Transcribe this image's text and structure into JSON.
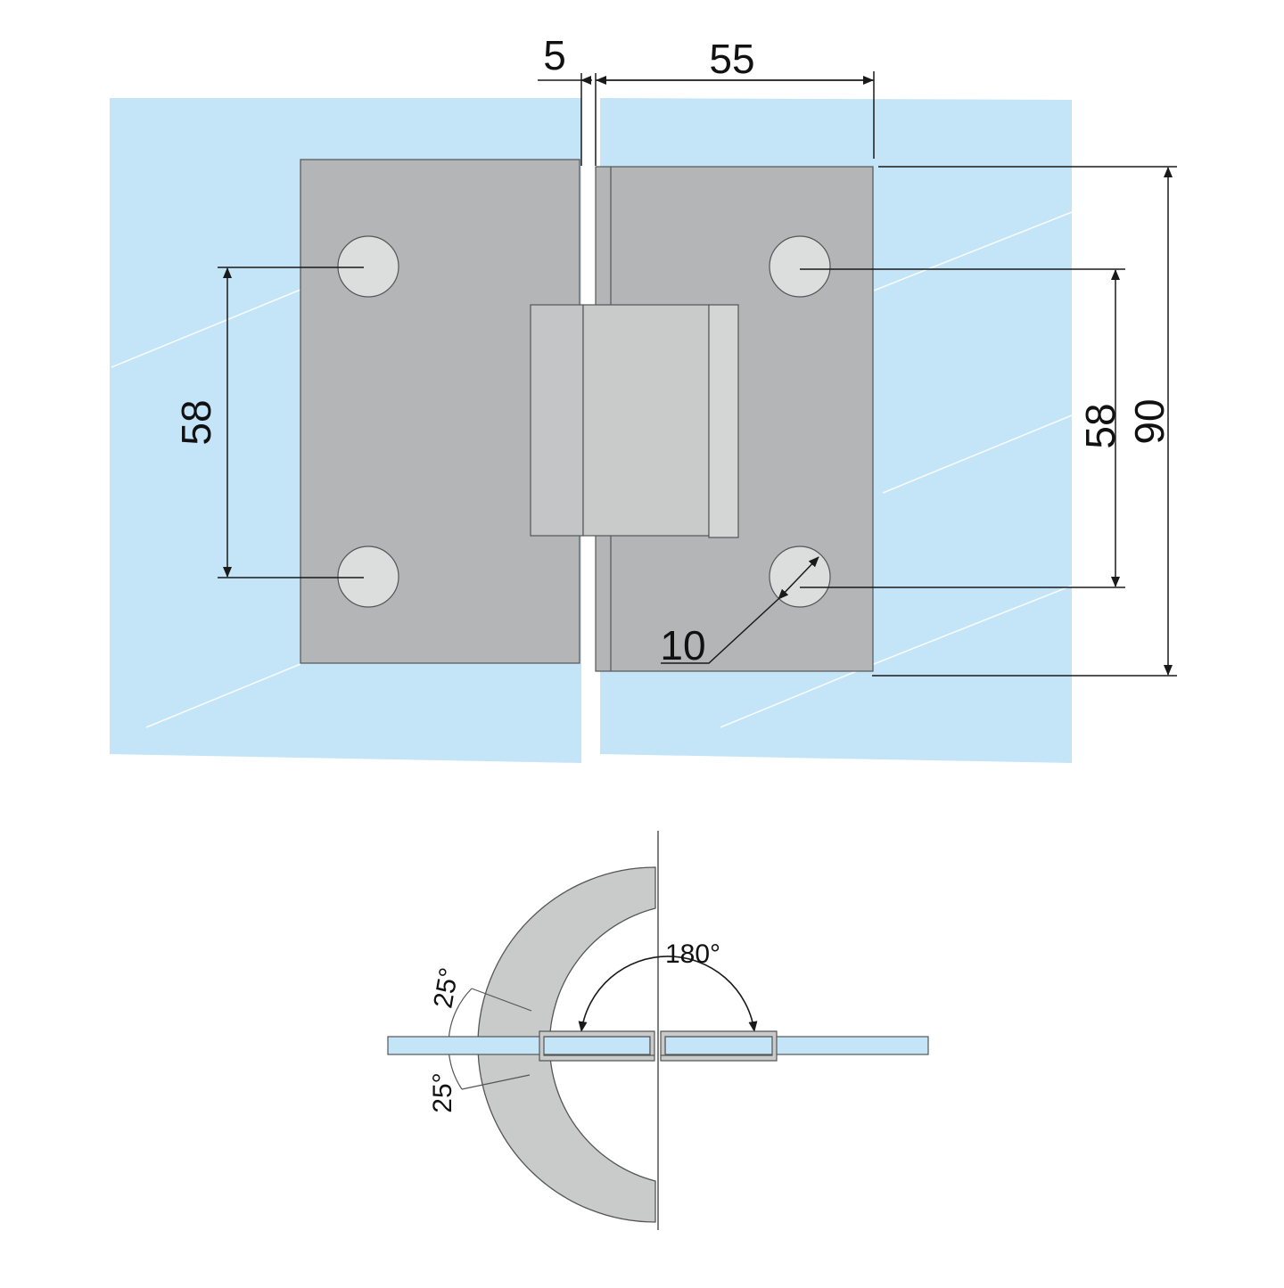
{
  "dimensions": {
    "gap": "5",
    "plate_width": "55",
    "hole_spacing_left": "58",
    "hole_spacing_right": "58",
    "plate_height": "90",
    "hole_diameter": "10"
  },
  "angles": {
    "opening": "180°",
    "upper_tolerance": "25°",
    "lower_tolerance": "25°"
  },
  "colors": {
    "glass": "#c4e4f8",
    "plate": "#b3b5b6",
    "body": "#c9caca",
    "hole": "#dcdddd",
    "line": "#1a1a1a"
  }
}
